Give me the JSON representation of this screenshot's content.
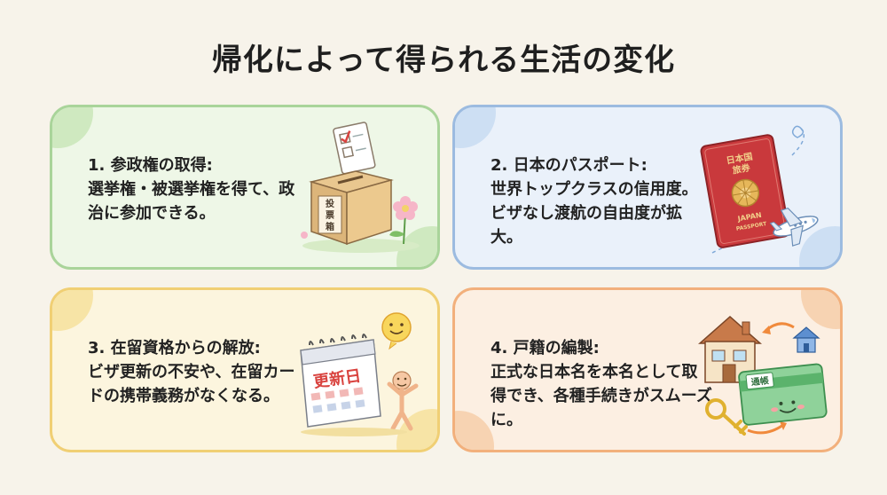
{
  "title": "帰化によって得られる生活の変化",
  "cards": [
    {
      "heading": "1. 参政権の取得:",
      "body": "選挙権・被選挙権を得て、政治に参加できる。",
      "illustration_label": "投票箱",
      "accent": "#a9d49a"
    },
    {
      "heading": "2. 日本のパスポート:",
      "body": "世界トップクラスの信用度。ビザなし渡航の自由度が拡大。",
      "illustration_label": "日本国 旅券",
      "illustration_sublabel": "JAPAN PASSPORT",
      "accent": "#9cbbe0"
    },
    {
      "heading": "3. 在留資格からの解放:",
      "body": "ビザ更新の不安や、在留カードの携帯義務がなくなる。",
      "illustration_label": "更新日",
      "accent": "#f0cf74"
    },
    {
      "heading": "4. 戸籍の編製:",
      "body": "正式な日本名を本名として取得でき、各種手続きがスムーズに。",
      "illustration_label": "通帳",
      "accent": "#f2b07c"
    }
  ],
  "icons": {
    "card1": "ballot-box-icon",
    "card2": "passport-airplane-icon",
    "card3": "calendar-icon",
    "card4": "house-bankbook-icon"
  }
}
